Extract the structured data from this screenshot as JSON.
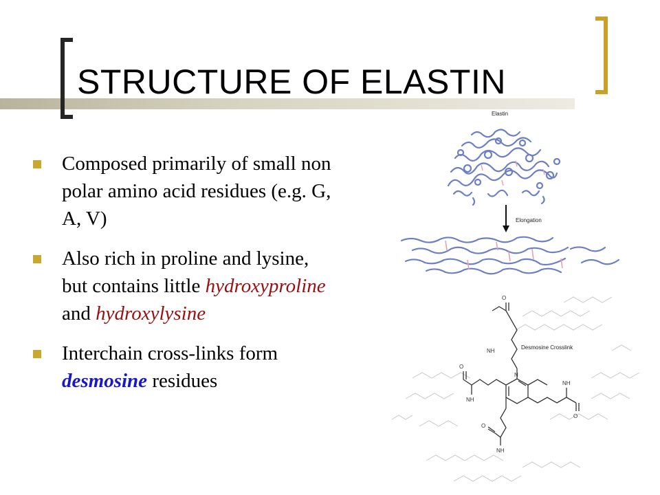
{
  "slide": {
    "title": "STRUCTURE OF ELASTIN",
    "bullets": [
      {
        "parts": [
          {
            "text": "Composed primarily of small non polar amino acid residues (e.g. G, A, V)",
            "style": "plain"
          }
        ]
      },
      {
        "parts": [
          {
            "text": "Also rich in proline and lysine, but contains little ",
            "style": "plain"
          },
          {
            "text": "hydroxyproline",
            "style": "em-red"
          },
          {
            "text": " and ",
            "style": "plain"
          },
          {
            "text": "hydroxylysine",
            "style": "em-red"
          }
        ]
      },
      {
        "parts": [
          {
            "text": "Interchain cross-links form ",
            "style": "plain"
          },
          {
            "text": "desmosine",
            "style": "em-blue"
          },
          {
            "text": " residues",
            "style": "plain"
          }
        ]
      }
    ]
  },
  "figure": {
    "elastin_label": "Elastin",
    "elongation_label": "Elongation",
    "crosslink_label": "Desmosine Crosslink",
    "chem": {
      "nh": "NH",
      "o": "O",
      "n": "N"
    },
    "colors": {
      "coil": "#6d7fc4",
      "crosslink": "#e6a0b0",
      "bond": "#333333",
      "faded": "#c8c8c8",
      "bullet": "#c8a82e",
      "accent_gold": "#c8a02a",
      "emphasis_red": "#9a1010",
      "emphasis_blue": "#1818c8"
    }
  }
}
